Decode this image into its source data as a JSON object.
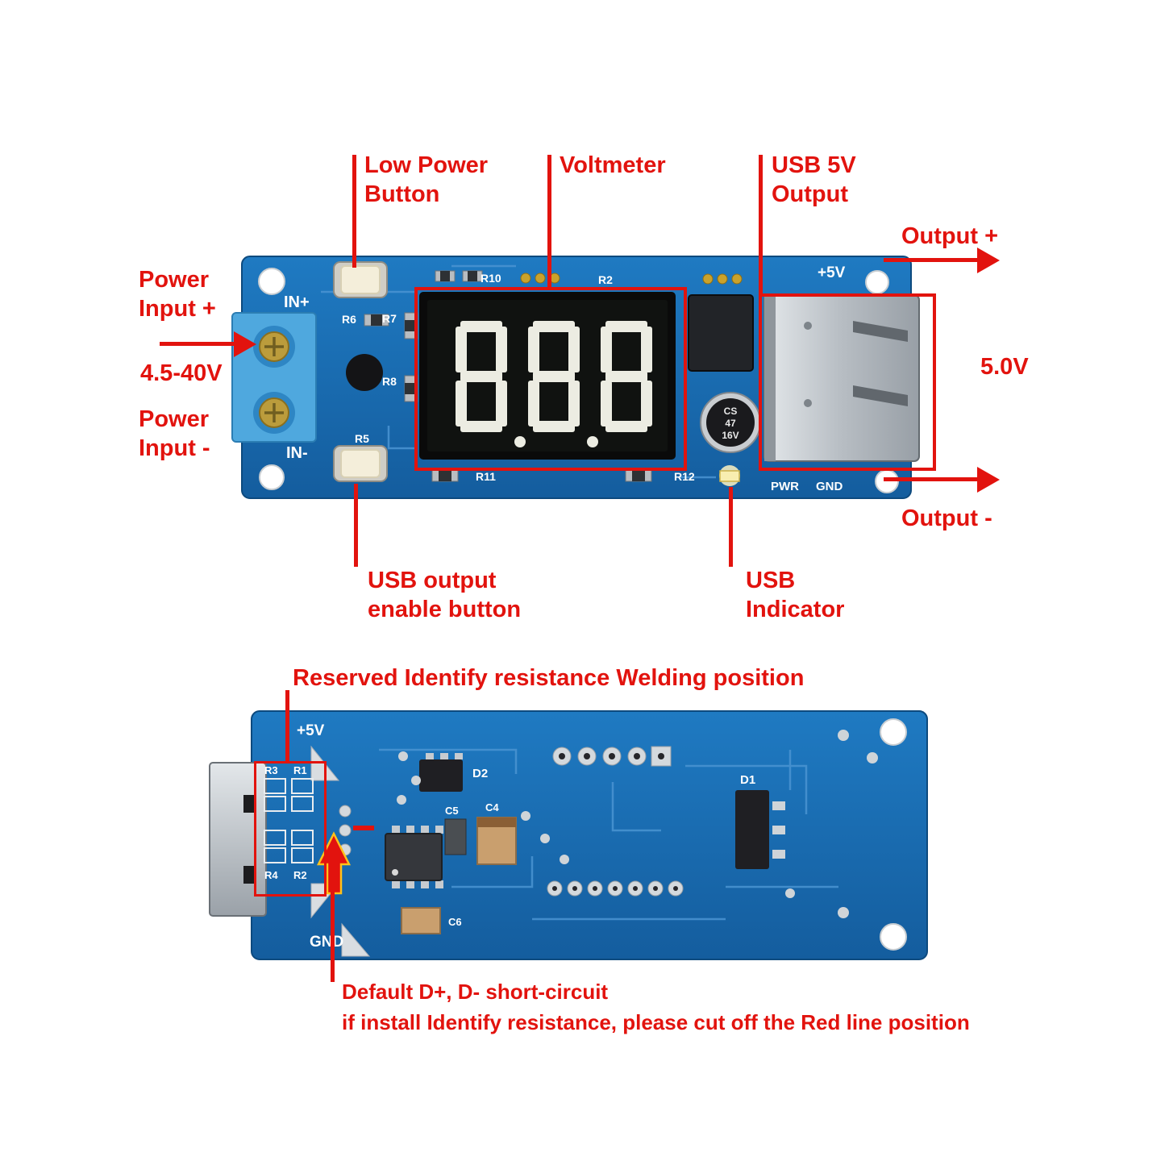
{
  "colors": {
    "annotation_red": "#e2130e",
    "board_blue": "#1a6db2",
    "terminal_blue": "#4fa8de",
    "display_digit": "#ecece2"
  },
  "voltmeter_reading": "888",
  "annotations": {
    "low_power_button": "Low Power Button",
    "voltmeter": "Voltmeter",
    "usb_5v_output": "USB 5V Output",
    "output_plus": "Output +",
    "power_input_plus": "Power Input +",
    "input_voltage_range": "4.5-40V",
    "power_input_minus": "Power Input -",
    "output_voltage": "5.0V",
    "output_minus": "Output -",
    "usb_output_enable_button": "USB output enable button",
    "usb_indicator": "USB Indicator",
    "reserved_identify": "Reserved Identify resistance Welding position",
    "default_short_circuit": "Default D+, D- short-circuit",
    "cut_off_note": "if install Identify resistance, please cut off the Red line position"
  },
  "board_top": {
    "silkscreen": {
      "in_plus": "IN+",
      "in_minus": "IN-",
      "r2": "R2",
      "r5": "R5",
      "r6": "R6",
      "r7": "R7",
      "r8": "R8",
      "r10": "R10",
      "r11": "R11",
      "r12": "R12",
      "plus_5v": "+5V",
      "pwr": "PWR",
      "gnd": "GND"
    },
    "capacitor": {
      "line1": "CS",
      "line2": "47",
      "line3": "16V"
    }
  },
  "board_bottom": {
    "silkscreen": {
      "plus_5v": "+5V",
      "gnd": "GND",
      "r1": "R1",
      "r2": "R2",
      "r3": "R3",
      "r4": "R4",
      "d1": "D1",
      "d2": "D2",
      "c4": "C4",
      "c5": "C5",
      "c6": "C6"
    }
  }
}
